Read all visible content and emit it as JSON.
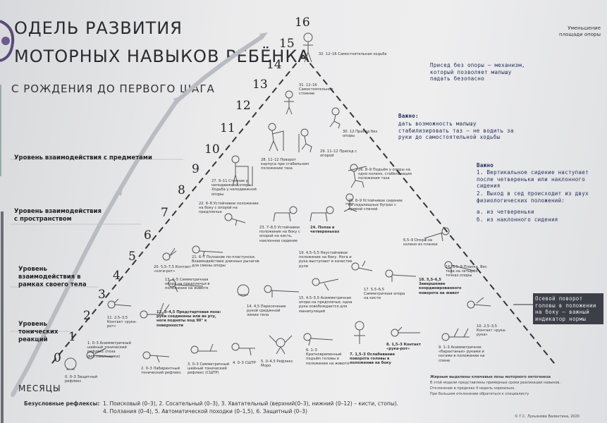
{
  "title_line1": "ОДЕЛЬ РАЗВИТИЯ",
  "title_line2": "МОТОРНЫХ НАВЫКОВ РЕБЁНКА",
  "subtitle": "С РОЖДЕНИЯ ДО ПЕРВОГО ШАГА",
  "top_right_note": "Уменьшение площади опоры",
  "levels": [
    "Уровень взаимодействия с предметами",
    "Уровень взаимодействия с пространством",
    "Уровень взаимодействия в рамках своего тела",
    "Уровень тонических реакций"
  ],
  "months_label": "МЕСЯЦЫ",
  "step_numbers": [
    "0",
    "1",
    "2",
    "3",
    "4",
    "5",
    "6",
    "7",
    "8",
    "9",
    "10",
    "11",
    "12",
    "13",
    "14",
    "15",
    "16"
  ],
  "notes": {
    "n32": "32. 12–16 Самостоятельная ходьба",
    "n31": "31. 12–16 Самостоятельное стояние",
    "n30": "30. 12 Присед без опоры",
    "n29": "29. 11–12 Присед с опорой",
    "n28": "28. 11–12 Поворот корпуса при стабильном положении таза",
    "n27": "27. 9–11 Стояние у неподвижной опоры. Ходьба у неподвижной опоры",
    "n26": "26. 8–9 Подъём у опоры на одно колено, стабилизация положения таза",
    "n25": "25. 8–9 Устойчивое сидение на седалищных буграх с прямой спиной",
    "n24": "24. Полза в четвереньках",
    "n23": "23. 7–8,5 Устойчивое положение на боку с опорой на кисть, наклонное сидение",
    "n22": "22. 6–8 Устойчивое положение на боку с опорой на предплечье",
    "n21": "21. 6–7 Ползание по-пластунски. Взаимодействие длинных рычагов для смены опоры",
    "n20": "20. 5,5–7,5 Контакт «ноги-рот»",
    "n19": "19. 4,5–5,5 Неустойчивое положение на боку. Нога и рука выступают в качестве рули",
    "n18": "18. 5,5–6,5 Завершение координированного поворота на живот",
    "n17": "17. 5,5–6,5 Симметричная опора на кисти",
    "n16": "16. 6,5–8 Планка. Вес тела на четырёх точках опоры",
    "n15": "15. 4,5–5,5 Асимметричная опора на предплечье, одна рука освобождается для манипуляций",
    "n14": "14. 4,5 Пересечение рукой срединной линии тела",
    "n13": "13. 4–5 Симметричная опора на предплечья в положении на животе",
    "n12": "12. 3–4,5 Предстартовая поза: руки соединены или во рту, ноги подняты под 90° к поверхности",
    "n11": "11. 2,5–3,5 Контакт «рука-рот»",
    "n10": "10. 2,5–3,5 Контакт «рука-рука»",
    "n9": "9. 1–3 Асимметричное «барахтанье» руками и ногами в положении на спине",
    "n8": "8. 1,5–3 Контакт «рука-рот»",
    "n7": "7. 1,5–3 Ослабевание поворота головы в положении на боку",
    "n6": "6. 1–3 Кратковременный подъём головы в положении на животе",
    "n5": "5. 0–4,5 Рефлекс Моро",
    "n4": "4. 0–3 СШТР",
    "n3": "3. 0–3 Симметричный шейный тонический рефлекс (СШТР)",
    "n2": "2. 0–3 Лабиринтный тонический рефлекс",
    "n1": "1. 0–3 Асимметричный шейный тонический рефлекс (поза фехтовальщика)",
    "n0": "0. 0–3 Защитный рефлекс",
    "n65": "6,5–9 Опора на колено из планки"
  },
  "handwritten_1": "Присед без опоры – механизм, который позволяет малышу падать безопасно",
  "important_1_label": "Важно:",
  "important_1_text": "дать возможность малышу стабилизировать таз – не водить за руки до самостоятельной ходьбы",
  "important_2_label": "Важно",
  "important_2_items": [
    "1. Вертикальное сидение наступает после четвереньки или наклонного сидения",
    "2. Выход в сед происходит из двух физиологических положений:",
    "а. из четвереньки",
    "б. из наклонного сидения"
  ],
  "box_note": "Осевой поворот головы в положении на боку – важный индикатор нормы",
  "legend_line1": "Жирным выделены ключевые позы моторного онтогенеза",
  "legend_line2": "В этой модели представлены примерные сроки реализации навыков.",
  "legend_line3": "Отклонение в пределах 4 недель нормально.",
  "legend_line4": "При большем отклонении обратиться к специалисту",
  "reflex_label": "Безусловные рефлексы:",
  "reflex_line1": "1. Поисковый (0–3), 2. Сосательный (0–3), 3. Хватательный (верхний(0–3), нижний (0–12) – кисти, стопы).",
  "reflex_line2": "4. Ползания (0–4), 5. Автоматической походки (0–1,5), 6. Защитный (0–3)",
  "copyright": "© Г.С. Лукьянова Валентина, 2020",
  "colors": {
    "accent_box": "#3d3f48",
    "handwriting": "#1e2a55",
    "line": "#333333"
  }
}
